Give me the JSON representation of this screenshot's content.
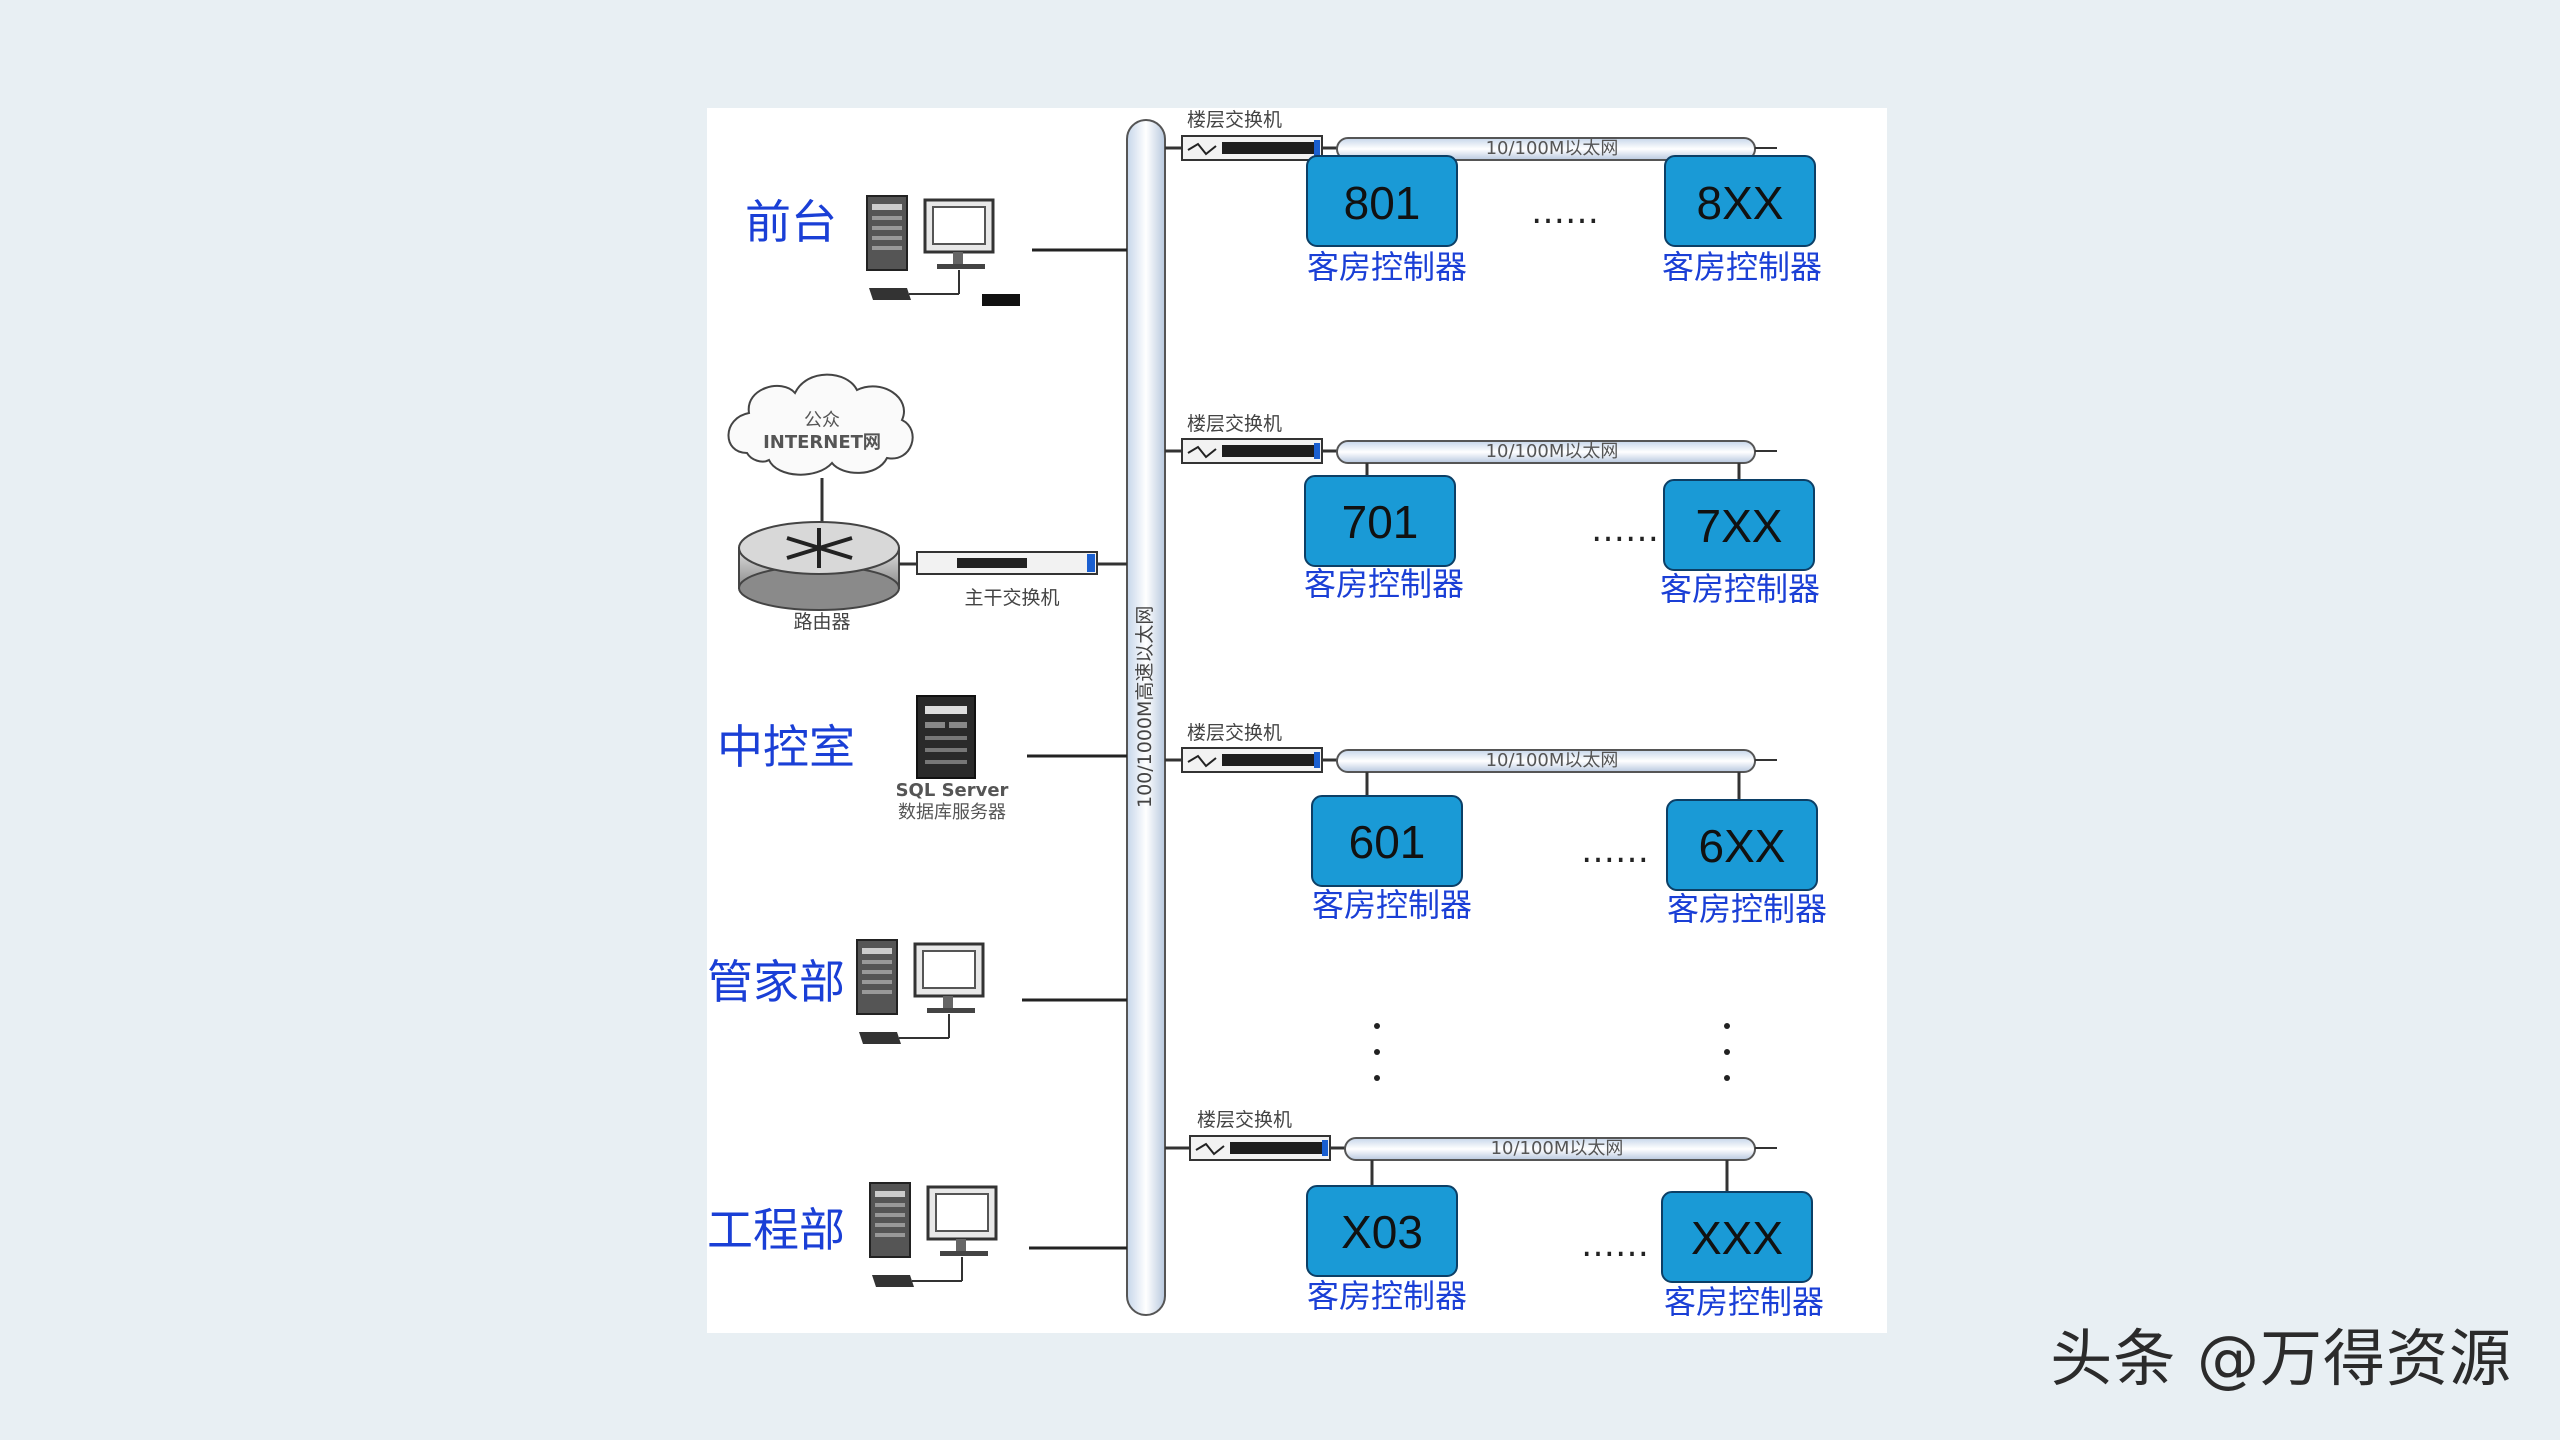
{
  "departments": {
    "front_desk": "前台",
    "control_room": "中控室",
    "housekeeping": "管家部",
    "engineering": "工程部"
  },
  "network": {
    "cloud_line1": "公众",
    "cloud_line2": "INTERNET网",
    "router_label": "路由器",
    "main_switch_label": "主干交换机",
    "backbone_label": "100/1000M高速以太网",
    "db_label_line1": "SQL Server",
    "db_label_line2": "数据库服务器",
    "floor_switch_label": "楼层交换机",
    "ethernet_label": "10/100M以太网"
  },
  "floors": [
    {
      "first_room": "801",
      "last_room": "8XX"
    },
    {
      "first_room": "701",
      "last_room": "7XX"
    },
    {
      "first_room": "601",
      "last_room": "6XX"
    },
    {
      "first_room": "X03",
      "last_room": "XXX"
    }
  ],
  "room_controller_label": "客房控制器",
  "ellipsis": "……",
  "watermark": "头条 @万得资源",
  "colors": {
    "room_box_fill": "#1a9ad6",
    "dept_text": "#1a3fd6",
    "background": "#e8eff3"
  }
}
